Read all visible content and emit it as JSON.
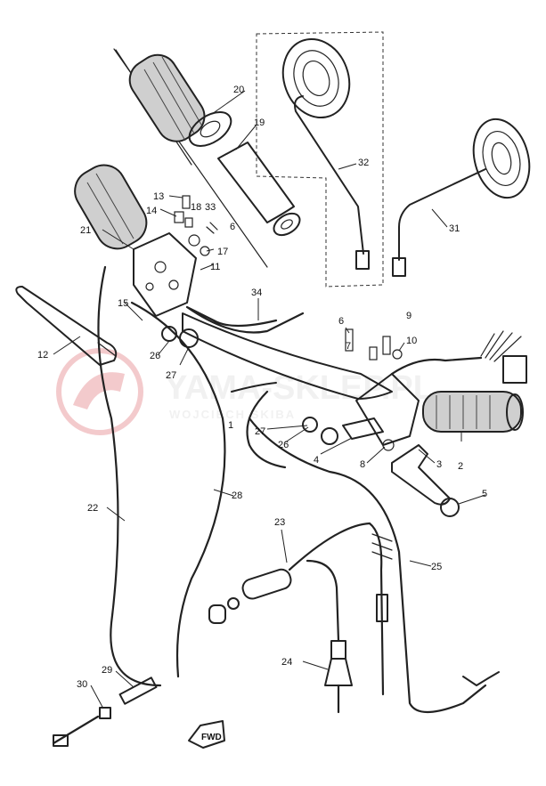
{
  "watermark": {
    "brand": "YAMA-SKLEP.PL",
    "subtitle": "WOJCIECH SKIBA"
  },
  "front_label": "FWD",
  "callouts": [
    {
      "id": "c1",
      "text": "1"
    },
    {
      "id": "c2",
      "text": "2"
    },
    {
      "id": "c3",
      "text": "3"
    },
    {
      "id": "c4",
      "text": "4"
    },
    {
      "id": "c5",
      "text": "5"
    },
    {
      "id": "c6a",
      "text": "6"
    },
    {
      "id": "c6b",
      "text": "6"
    },
    {
      "id": "c7",
      "text": "7"
    },
    {
      "id": "c8",
      "text": "8"
    },
    {
      "id": "c9",
      "text": "9"
    },
    {
      "id": "c10",
      "text": "10"
    },
    {
      "id": "c11",
      "text": "11"
    },
    {
      "id": "c12",
      "text": "12"
    },
    {
      "id": "c13",
      "text": "13"
    },
    {
      "id": "c14",
      "text": "14"
    },
    {
      "id": "c15",
      "text": "15"
    },
    {
      "id": "c17",
      "text": "17"
    },
    {
      "id": "c18",
      "text": "18"
    },
    {
      "id": "c19",
      "text": "19"
    },
    {
      "id": "c20",
      "text": "20"
    },
    {
      "id": "c21",
      "text": "21"
    },
    {
      "id": "c22",
      "text": "22"
    },
    {
      "id": "c23",
      "text": "23"
    },
    {
      "id": "c24",
      "text": "24"
    },
    {
      "id": "c25",
      "text": "25"
    },
    {
      "id": "c26a",
      "text": "26"
    },
    {
      "id": "c26b",
      "text": "26"
    },
    {
      "id": "c27a",
      "text": "27"
    },
    {
      "id": "c27b",
      "text": "27"
    },
    {
      "id": "c28",
      "text": "28"
    },
    {
      "id": "c29",
      "text": "29"
    },
    {
      "id": "c30",
      "text": "30"
    },
    {
      "id": "c31",
      "text": "31"
    },
    {
      "id": "c32",
      "text": "32"
    },
    {
      "id": "c33",
      "text": "33"
    },
    {
      "id": "c34",
      "text": "34"
    }
  ]
}
